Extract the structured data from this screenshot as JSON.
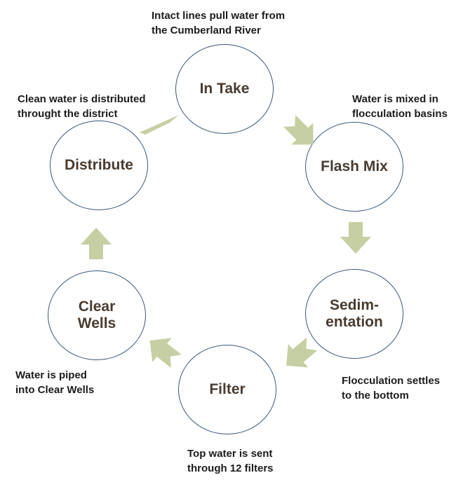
{
  "nodes": [
    {
      "id": "intake",
      "label": "In Take",
      "note": "Intact lines pull water from\nthe Cumberland River"
    },
    {
      "id": "flash-mix",
      "label": "Flash Mix",
      "note": "Water is mixed in\nflocculation basins"
    },
    {
      "id": "sedimentation",
      "label": "Sedim-\nentation",
      "note": "Flocculation settles\nto the bottom"
    },
    {
      "id": "filter",
      "label": "Filter",
      "note": "Top water is sent\nthrough 12 filters"
    },
    {
      "id": "clear-wells",
      "label": "Clear\nWells",
      "note": "Water is piped\ninto Clear Wells"
    },
    {
      "id": "distribute",
      "label": "Distribute",
      "note": "Clean water is distributed\nthrought the district"
    }
  ],
  "flow": [
    {
      "from": "In Take",
      "to": "Flash Mix"
    },
    {
      "from": "Flash Mix",
      "to": "Sedimentation"
    },
    {
      "from": "Sedimentation",
      "to": "Filter"
    },
    {
      "from": "Filter",
      "to": "Clear Wells"
    },
    {
      "from": "Clear Wells",
      "to": "Distribute"
    },
    {
      "from": "Distribute",
      "to": "In Take"
    }
  ],
  "colors": {
    "arrow": "#c5cfa3",
    "circle_stroke": "#3a5878",
    "node_text": "#4a3b2f",
    "note_text": "#1c1c1c",
    "background": "#ffffff"
  }
}
